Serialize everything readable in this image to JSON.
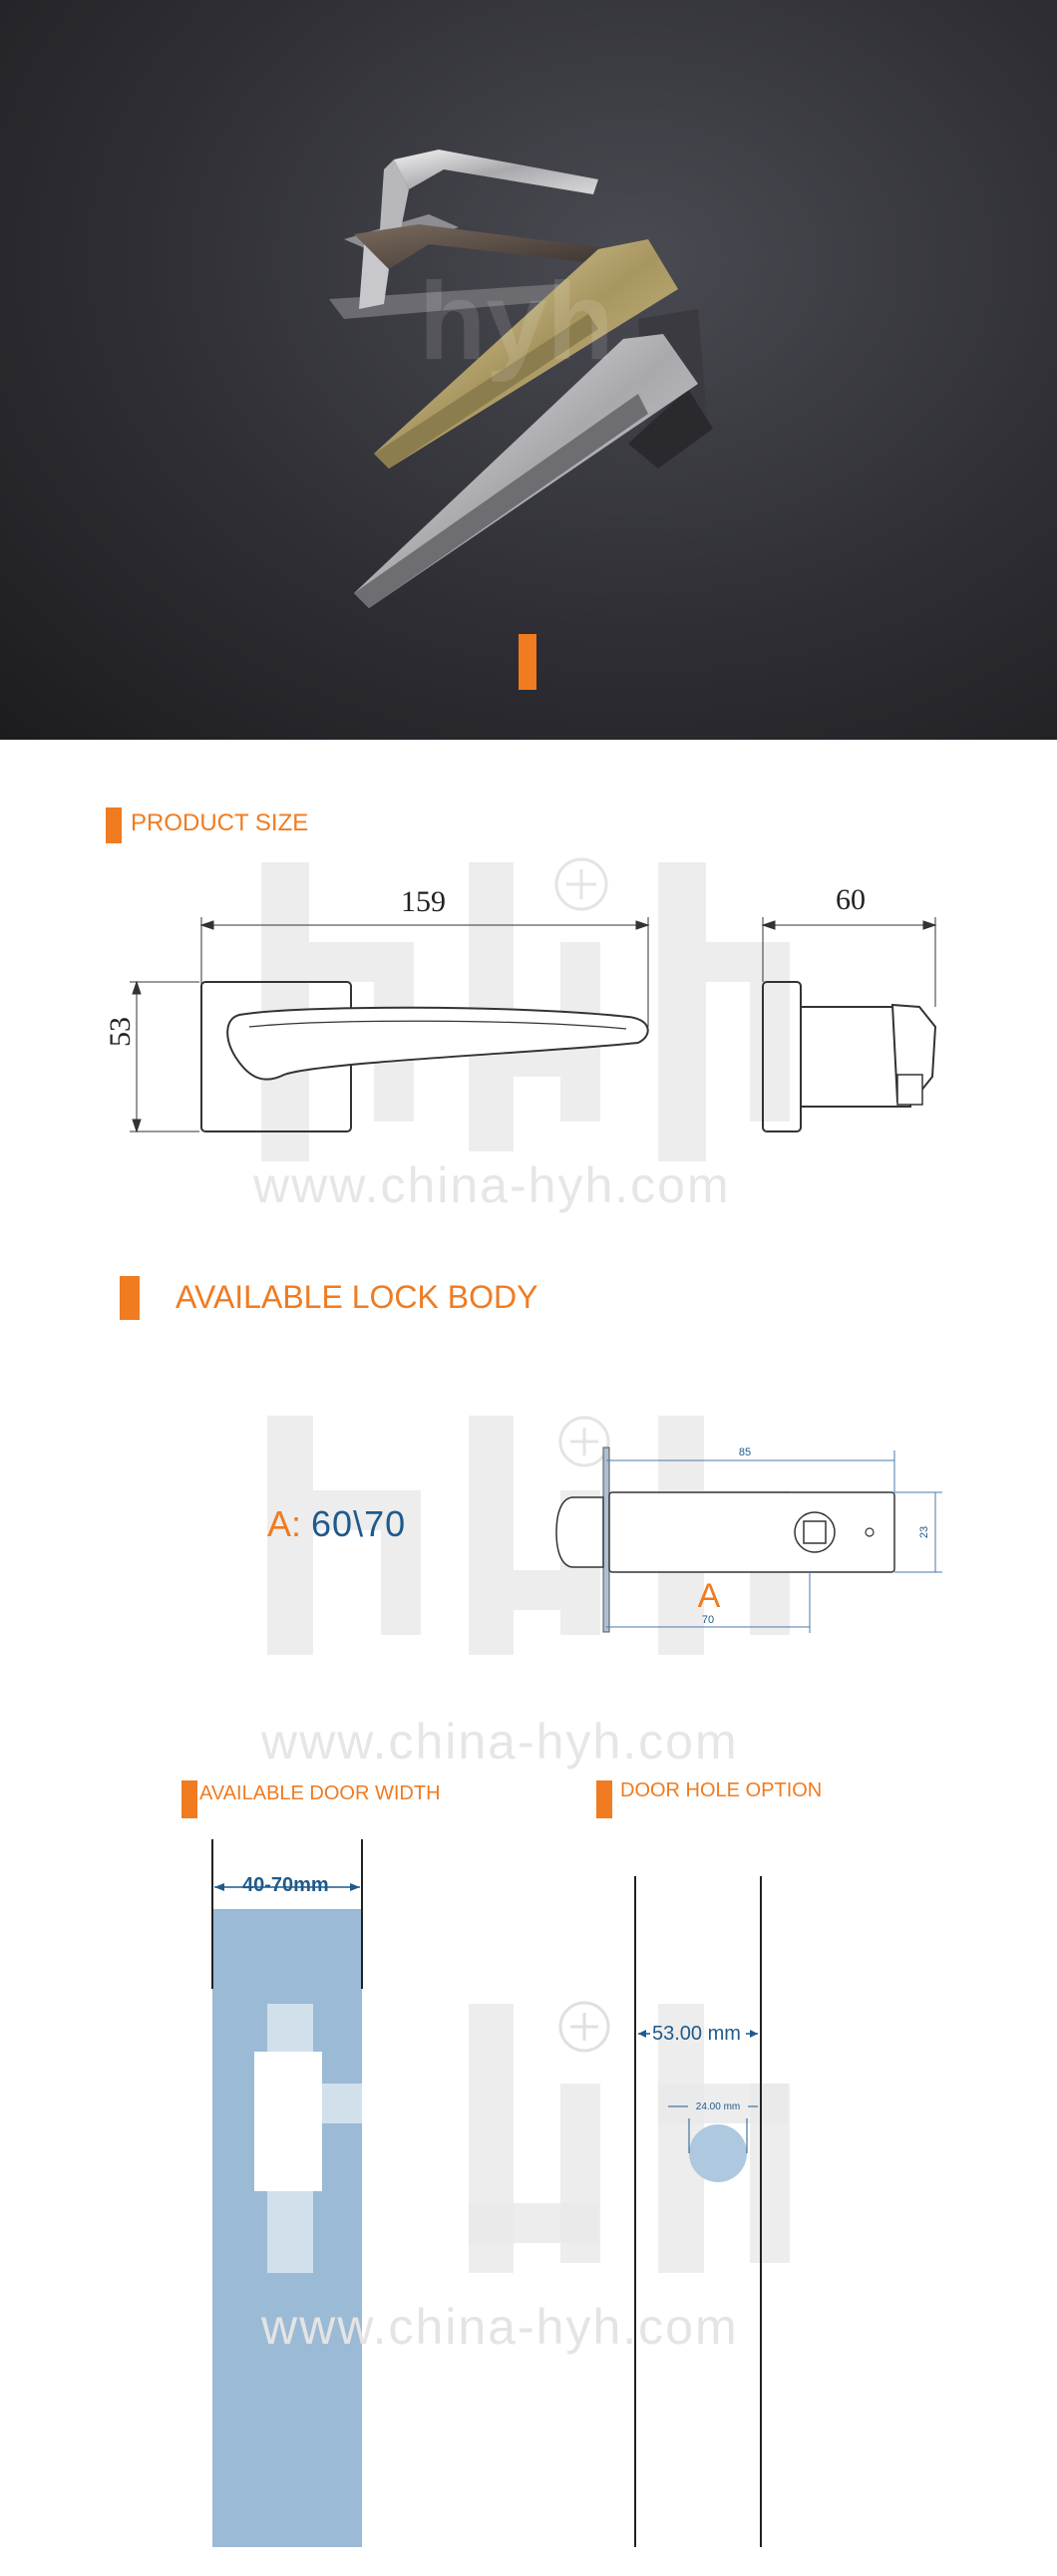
{
  "sections": {
    "product_size": "PRODUCT SIZE",
    "lock_body": "AVAILABLE LOCK BODY",
    "door_width": "AVAILABLE DOOR WIDTH",
    "door_hole": "DOOR HOLE OPTION"
  },
  "watermark": {
    "logo": "hyh",
    "url": "www.china-hyh.com"
  },
  "product_size": {
    "length": "159",
    "height": "53",
    "depth": "60"
  },
  "lock_body": {
    "option_letter": "A:",
    "option_value": "60\\70",
    "drawing_label": "A",
    "dim_top": "85",
    "dim_bottom": "70",
    "dim_side": "23"
  },
  "door_width": {
    "range": "40-70mm"
  },
  "door_hole": {
    "spacing": "53.00 mm",
    "hole_diameter": "24.00 mm"
  },
  "colors": {
    "accent": "#f07b20",
    "dimension_blue": "#1e5a8c",
    "door_fill": "#9bbad6"
  }
}
